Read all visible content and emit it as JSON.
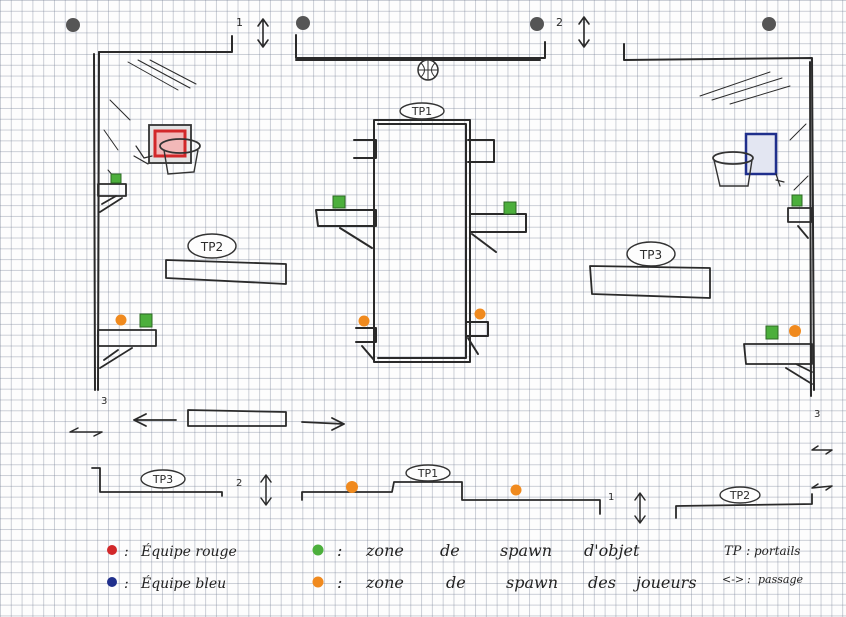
{
  "portals": {
    "tp1_top": "TP1",
    "tp2": "TP2",
    "tp3": "TP3",
    "tp3_bottom": "TP3",
    "tp1_bottom": "TP1",
    "tp2_bottom": "TP2"
  },
  "markers": {
    "top_1": "1",
    "top_2": "2",
    "left_3": "3",
    "right_3": "3",
    "bottom_2": "2",
    "bottom_1": "1"
  },
  "legend": {
    "red_team": "Équipe rouge",
    "blue_team": "Équipe bleu",
    "colon": ":",
    "object_spawn": [
      "zone",
      "de",
      "spawn",
      "d'objet"
    ],
    "player_spawn": [
      "zone",
      "de",
      "spawn",
      "des",
      "joueurs"
    ],
    "tp_key": "TP",
    "tp_value": "portails",
    "passage_key": "<->",
    "passage_value": "passage"
  },
  "colors": {
    "red": "#d2282a",
    "blue": "#1f2f8c",
    "green": "#4caf3c",
    "orange": "#f08a1e",
    "ink": "#2a2a2a"
  },
  "icons": {
    "ball": "basketball-icon",
    "hoop": "basketball-hoop-icon"
  }
}
